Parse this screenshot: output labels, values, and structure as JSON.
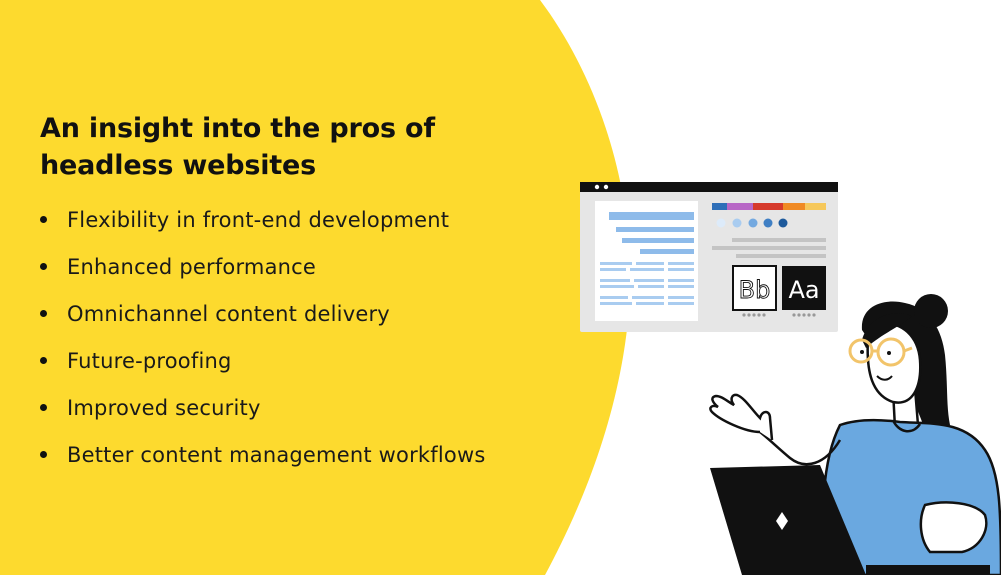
{
  "heading": {
    "line1": "An insight into the pros of",
    "line2": "headless websites"
  },
  "benefits": [
    {
      "label": "Flexibility in front-end development"
    },
    {
      "label": "Enhanced performance"
    },
    {
      "label": "Omnichannel content delivery"
    },
    {
      "label": "Future-proofing"
    },
    {
      "label": "Improved security"
    },
    {
      "label": "Better content management workflows"
    }
  ],
  "illustration": {
    "font_sample_light": "Bb",
    "font_sample_dark": "Aa",
    "icons": [
      "browser-window-icon",
      "woman-with-laptop-icon"
    ]
  },
  "colors": {
    "accent_yellow": "#FDDA2E",
    "text": "#111111",
    "shirt_blue": "#6AA8E0",
    "palette": [
      "#2F6FB8",
      "#B867C6",
      "#D63A2C",
      "#F08A24",
      "#F6C85B"
    ]
  }
}
